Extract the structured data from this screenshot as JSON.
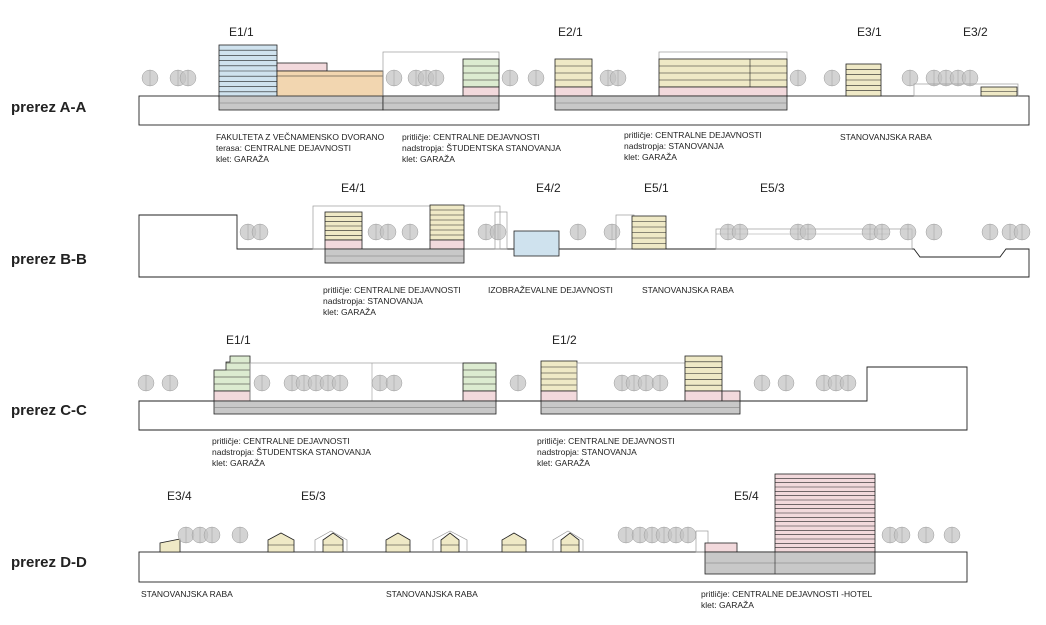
{
  "colors": {
    "outline": "#222222",
    "thin_line": "#9a9a9a",
    "garage": "#c8c8c8",
    "garage_line": "#777777",
    "central": "#f2d9dc",
    "housing": "#efe9c6",
    "student_housing": "#dcebd0",
    "faculty": "#cfe2ee",
    "hall": "#f2d6b0",
    "education": "#cfe2ee",
    "tree": "#c4c4c4",
    "tree_line": "#9c9c9c"
  },
  "sections": [
    {
      "title": "prerez A-A",
      "building_labels": [
        "E1/1",
        "E2/1",
        "E3/1",
        "E3/2"
      ],
      "notes": [
        [
          "FAKULTETA Z VEČNAMENSKO DVORANO",
          "terasa: CENTRALNE DEJAVNOSTI",
          "klet: GARAŽA"
        ],
        [
          "pritličje: CENTRALNE DEJAVNOSTI",
          "nadstropja: ŠTUDENTSKA STANOVANJA",
          "klet: GARAŽA"
        ],
        [
          "pritličje: CENTRALNE DEJAVNOSTI",
          "nadstropja: STANOVANJA",
          "klet: GARAŽA"
        ],
        [
          "STANOVANJSKA RABA"
        ]
      ]
    },
    {
      "title": "prerez B-B",
      "building_labels": [
        "E4/1",
        "E4/2",
        "E5/1",
        "E5/3"
      ],
      "notes": [
        [
          "pritličje: CENTRALNE DEJAVNOSTI",
          "nadstropja: STANOVANJA",
          "klet: GARAŽA"
        ],
        [
          "IZOBRAŽEVALNE DEJAVNOSTI"
        ],
        [
          "STANOVANJSKA RABA"
        ]
      ]
    },
    {
      "title": "prerez C-C",
      "building_labels": [
        "E1/1",
        "E1/2"
      ],
      "notes": [
        [
          "pritličje: CENTRALNE DEJAVNOSTI",
          "nadstropja: ŠTUDENTSKA STANOVANJA",
          "klet: GARAŽA"
        ],
        [
          "pritličje: CENTRALNE DEJAVNOSTI",
          "nadstropja: STANOVANJA",
          "klet: GARAŽA"
        ]
      ]
    },
    {
      "title": "prerez D-D",
      "building_labels": [
        "E3/4",
        "E5/3",
        "E5/4"
      ],
      "notes": [
        [
          "STANOVANJSKA RABA"
        ],
        [
          "STANOVANJSKA RABA"
        ],
        [
          "pritličje: CENTRALNE DEJAVNOSTI -HOTEL",
          "klet: GARAŽA"
        ]
      ]
    }
  ]
}
